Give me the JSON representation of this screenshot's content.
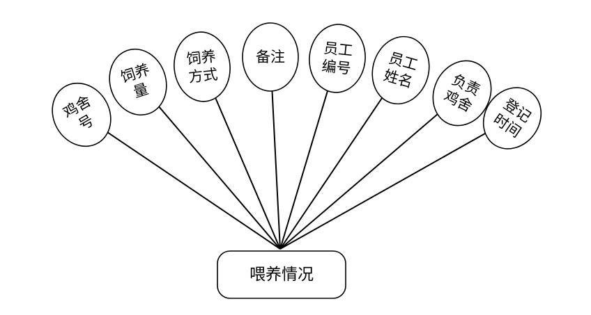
{
  "entity": {
    "label": "喂养情况"
  },
  "attributes": [
    {
      "id": "coop-number",
      "lines": [
        "鸡舍",
        "号"
      ]
    },
    {
      "id": "feed-amount",
      "lines": [
        "饲养",
        "量"
      ]
    },
    {
      "id": "feeding-method",
      "lines": [
        "饲养",
        "方式"
      ]
    },
    {
      "id": "remarks",
      "lines": [
        "备注"
      ]
    },
    {
      "id": "employee-id",
      "lines": [
        "员工",
        "编号"
      ]
    },
    {
      "id": "employee-name",
      "lines": [
        "员工",
        "姓名"
      ]
    },
    {
      "id": "responsible-coop",
      "lines": [
        "负责",
        "鸡舍"
      ]
    },
    {
      "id": "register-time",
      "lines": [
        "登记",
        "时间"
      ]
    }
  ],
  "colors": {
    "stroke": "#000000",
    "fill": "#ffffff",
    "text": "#000000"
  }
}
